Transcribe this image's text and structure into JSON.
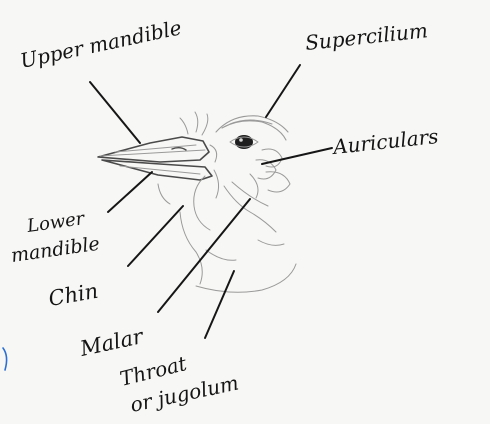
{
  "labels": {
    "upper_mandible": "Upper mandible",
    "supercilium": "Supercilium",
    "auriculars": "Auriculars",
    "lower_mandible_line1": "Lower",
    "lower_mandible_line2": "mandible",
    "chin": "Chin",
    "malar": "Malar",
    "throat_line1": "Throat",
    "throat_line2": "or jugolum"
  },
  "colors": {
    "paper": "#f7f7f5",
    "ink": "#141414",
    "pencil": "#9a9a9a",
    "edge_mark": "#2a6fd6"
  }
}
